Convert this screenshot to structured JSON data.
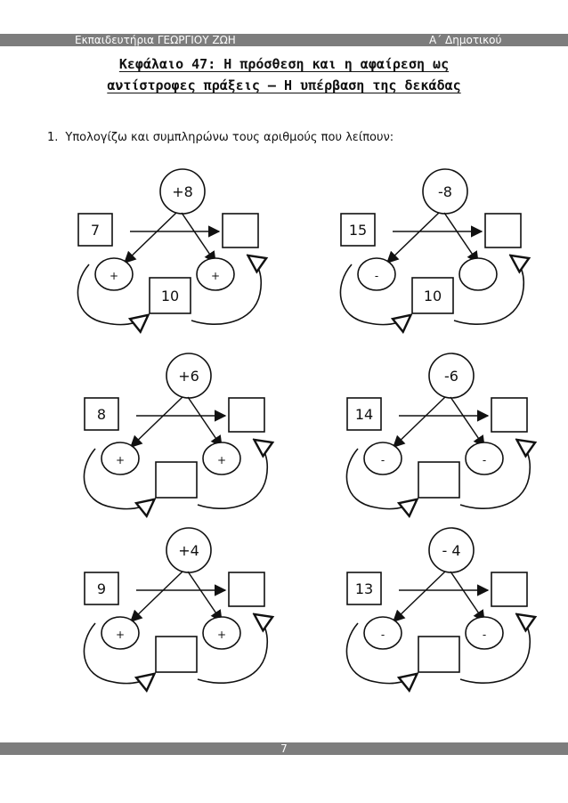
{
  "header": {
    "left": "Εκπαιδευτήρια ΓΕΩΡΓΙΟΥ ΖΩΗ",
    "right": "Α΄ Δημοτικού"
  },
  "title": {
    "line1": "Κεφάλαιο 47: Η πρόσθεση και η αφαίρεση ως",
    "line2": "αντίστροφες πράξεις – Η υπέρβαση της δεκάδας"
  },
  "exercise": {
    "number": "1.",
    "instruction": "Υπολογίζω και συμπληρώνω τους αριθμούς που λείπουν:"
  },
  "diagrams": [
    {
      "operation": "+8",
      "start": "7",
      "middle": "10",
      "sign_left": "+",
      "sign_right": "+"
    },
    {
      "operation": "-8",
      "start": "15",
      "middle": "10",
      "sign_left": "-",
      "sign_right": ""
    },
    {
      "operation": "+6",
      "start": "8",
      "middle": "",
      "sign_left": "+",
      "sign_right": "+"
    },
    {
      "operation": "-6",
      "start": "14",
      "middle": "",
      "sign_left": "-",
      "sign_right": "-"
    },
    {
      "operation": "+4",
      "start": "9",
      "middle": "",
      "sign_left": "+",
      "sign_right": "+"
    },
    {
      "operation": "- 4",
      "start": "13",
      "middle": "",
      "sign_left": "-",
      "sign_right": "-"
    }
  ],
  "footer": {
    "page_number": "7"
  }
}
